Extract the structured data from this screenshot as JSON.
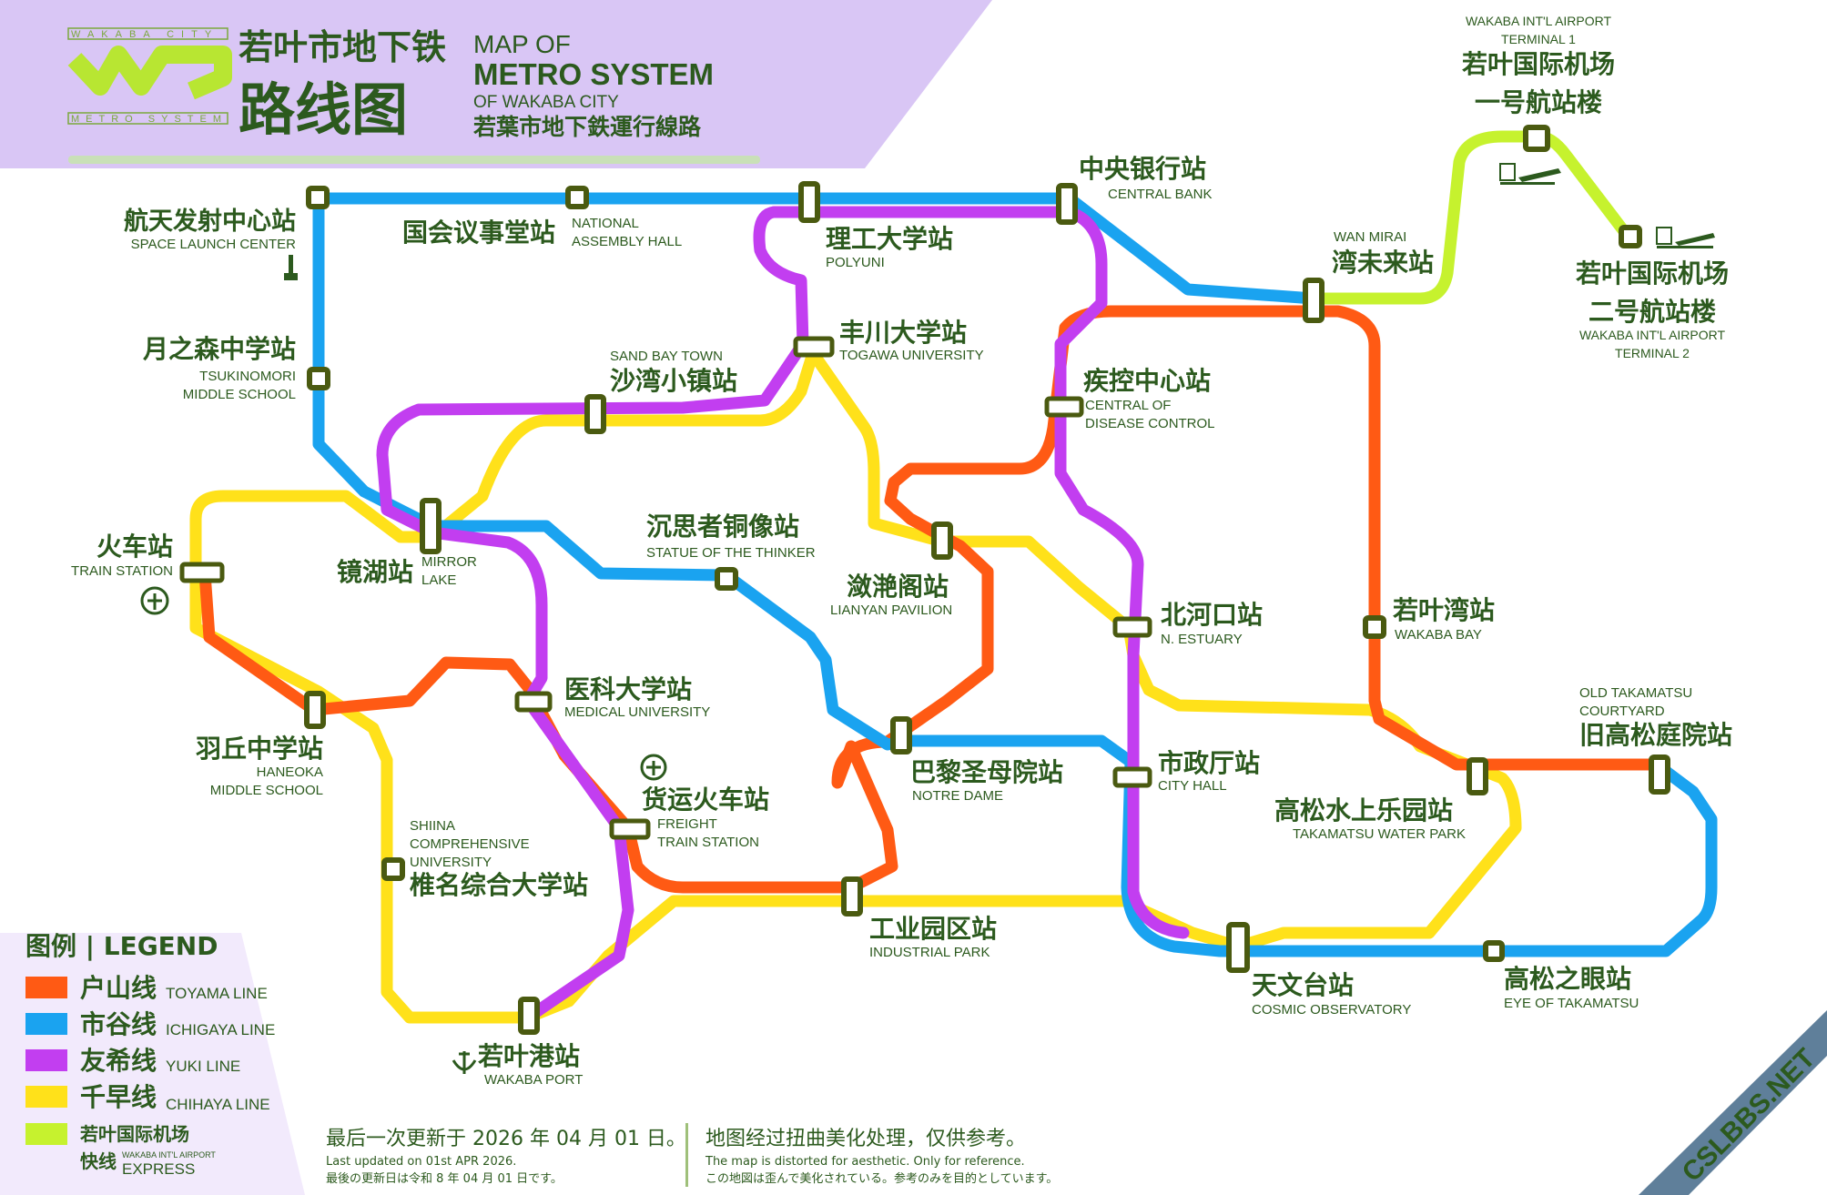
{
  "header": {
    "logo_top": "WAKABA CITY",
    "logo_bottom": "METRO SYSTEM",
    "title_zh_1": "若叶市地下铁",
    "title_zh_2": "路线图",
    "title_en_1": "MAP OF",
    "title_en_2": "METRO SYSTEM",
    "title_en_3": "OF WAKABA CITY",
    "title_trad": "若葉市地下鉄運行線路"
  },
  "colors": {
    "toyama": "#ff5a14",
    "ichigaya": "#1aa3f0",
    "yuki": "#c23ef0",
    "chihaya": "#ffe11a",
    "airport": "#c6f22e",
    "text": "#2c5a1e",
    "header_band": "#d9c6f5"
  },
  "legend": {
    "title": "图例 | LEGEND",
    "items": [
      {
        "zh": "户山线",
        "en": "TOYAMA LINE",
        "color": "#ff5a14"
      },
      {
        "zh": "市谷线",
        "en": "ICHIGAYA LINE",
        "color": "#1aa3f0"
      },
      {
        "zh": "友希线",
        "en": "YUKI LINE",
        "color": "#c23ef0"
      },
      {
        "zh": "千早线",
        "en": "CHIHAYA LINE",
        "color": "#ffe11a"
      }
    ],
    "airport_zh_1": "若叶国际机场",
    "airport_zh_2": "快线",
    "airport_en_small": "WAKABA INT'L AIRPORT",
    "airport_en": "EXPRESS",
    "airport_color": "#c6f22e"
  },
  "stations": {
    "space": {
      "zh": "航天发射中心站",
      "en1": "SPACE LAUNCH CENTER"
    },
    "assembly": {
      "zh": "国会议事堂站",
      "en1": "NATIONAL",
      "en2": "ASSEMBLY HALL"
    },
    "polyuni": {
      "zh": "理工大学站",
      "en1": "POLYUNI"
    },
    "bank": {
      "zh": "中央银行站",
      "en1": "CENTRAL BANK"
    },
    "airport1": {
      "en1": "WAKABA INT'L AIRPORT",
      "en2": "TERMINAL 1",
      "zh1": "若叶国际机场",
      "zh2": "一号航站楼"
    },
    "wanmirai": {
      "zh": "湾未来站",
      "en1": "WAN MIRAI"
    },
    "airport2": {
      "zh1": "若叶国际机场",
      "zh2": "二号航站楼",
      "en1": "WAKABA INT'L AIRPORT",
      "en2": "TERMINAL 2"
    },
    "tsukinomori": {
      "zh": "月之森中学站",
      "en1": "TSUKINOMORI",
      "en2": "MIDDLE SCHOOL"
    },
    "sandbay": {
      "zh": "沙湾小镇站",
      "en1": "SAND BAY TOWN"
    },
    "togawa": {
      "zh": "丰川大学站",
      "en1": "TOGAWA UNIVERSITY"
    },
    "cdc": {
      "zh": "疾控中心站",
      "en1": "CENTRAL OF",
      "en2": "DISEASE CONTROL"
    },
    "train": {
      "zh": "火车站",
      "en1": "TRAIN STATION"
    },
    "mirror": {
      "zh": "镜湖站",
      "en1": "MIRROR",
      "en2": "LAKE"
    },
    "thinker": {
      "zh": "沉思者铜像站",
      "en1": "STATUE OF THE THINKER"
    },
    "lianyan": {
      "zh": "潋滟阁站",
      "en1": "LIANYAN PAVILION"
    },
    "nestuary": {
      "zh": "北河口站",
      "en1": "N. ESTUARY"
    },
    "wakababay": {
      "zh": "若叶湾站",
      "en1": "WAKABA BAY"
    },
    "haneoka": {
      "zh": "羽丘中学站",
      "en1": "HANEOKA",
      "en2": "MIDDLE SCHOOL"
    },
    "medical": {
      "zh": "医科大学站",
      "en1": "MEDICAL UNIVERSITY"
    },
    "freight": {
      "zh": "货运火车站",
      "en1": "FREIGHT",
      "en2": "TRAIN STATION"
    },
    "notredame": {
      "zh": "巴黎圣母院站",
      "en1": "NOTRE DAME"
    },
    "cityhall": {
      "zh": "市政厅站",
      "en1": "CITY HALL"
    },
    "waterpark": {
      "zh": "高松水上乐园站",
      "en1": "TAKAMATSU WATER PARK"
    },
    "courtyard": {
      "zh": "旧高松庭院站",
      "en1": "OLD TAKAMATSU",
      "en2": "COURTYARD"
    },
    "shiina": {
      "zh": "椎名综合大学站",
      "en1": "SHIINA",
      "en2": "COMPREHENSIVE",
      "en3": "UNIVERSITY"
    },
    "industrial": {
      "zh": "工业园区站",
      "en1": "INDUSTRIAL PARK"
    },
    "observatory": {
      "zh": "天文台站",
      "en1": "COSMIC OBSERVATORY"
    },
    "eye": {
      "zh": "高松之眼站",
      "en1": "EYE OF TAKAMATSU"
    },
    "port": {
      "zh": "若叶港站",
      "en1": "WAKABA PORT"
    }
  },
  "footer": {
    "updated_zh": "最后一次更新于 2026 年 04 月 01 日。",
    "updated_en": "Last updated on 01st APR 2026.",
    "updated_ja": "最後の更新日は令和 8 年 04 月 01 日です。",
    "disclaimer_zh": "地图经过扭曲美化处理，仅供参考。",
    "disclaimer_en": "The map is distorted for aesthetic. Only for reference.",
    "disclaimer_ja": "この地図は歪んで美化されている。参考のみを目的としています。"
  },
  "watermark": "CSLBBS.NET"
}
